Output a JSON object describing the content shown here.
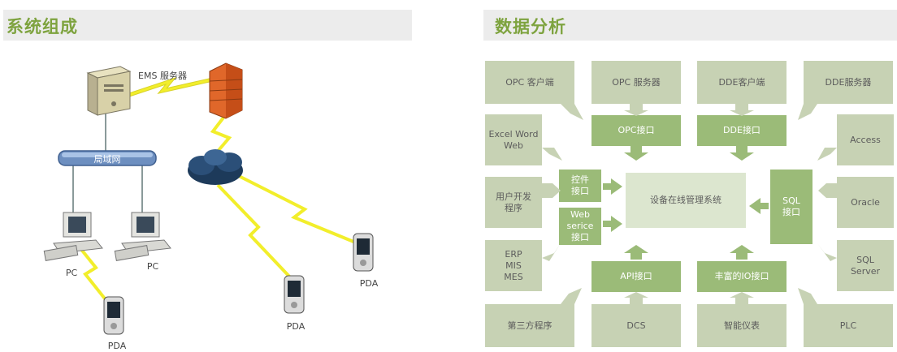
{
  "left_section": {
    "title": "系统组成",
    "labels": {
      "ems_server": "EMS 服务器",
      "lan": "局域网",
      "pc1": "PC",
      "pc2": "PC",
      "pda1": "PDA",
      "pda2": "PDA",
      "pda3": "PDA"
    }
  },
  "right_section": {
    "title": "数据分析",
    "outer": {
      "opc_client": "OPC 客户端",
      "opc_server": "OPC 服务器",
      "dde_client": "DDE客户端",
      "dde_server": "DDE服务器",
      "excel_word_web": "Excel Word\nWeb",
      "access": "Access",
      "user_dev": "用户开发\n程序",
      "oracle": "Oracle",
      "erp_mis_mes": "ERP\nMIS\nMES",
      "sql_server": "SQL\nServer",
      "third_party": "第三方程序",
      "dcs": "DCS",
      "smart_meter": "智能仪表",
      "plc": "PLC"
    },
    "inner": {
      "opc_interface": "OPC接口",
      "dde_interface": "DDE接口",
      "control_interface": "控件\n接口",
      "web_service_interface": "Web\nserice\n接口",
      "sql_interface": "SQL\n接口",
      "api_interface": "API接口",
      "io_interface": "丰富的IO接口"
    },
    "center": "设备在线管理系统"
  },
  "colors": {
    "title_green": "#7ea33f",
    "outer_box": "#c7d2b4",
    "inner_box": "#9bbb78",
    "center_box": "#dce6cf",
    "lightning": "#f2ee2b"
  }
}
